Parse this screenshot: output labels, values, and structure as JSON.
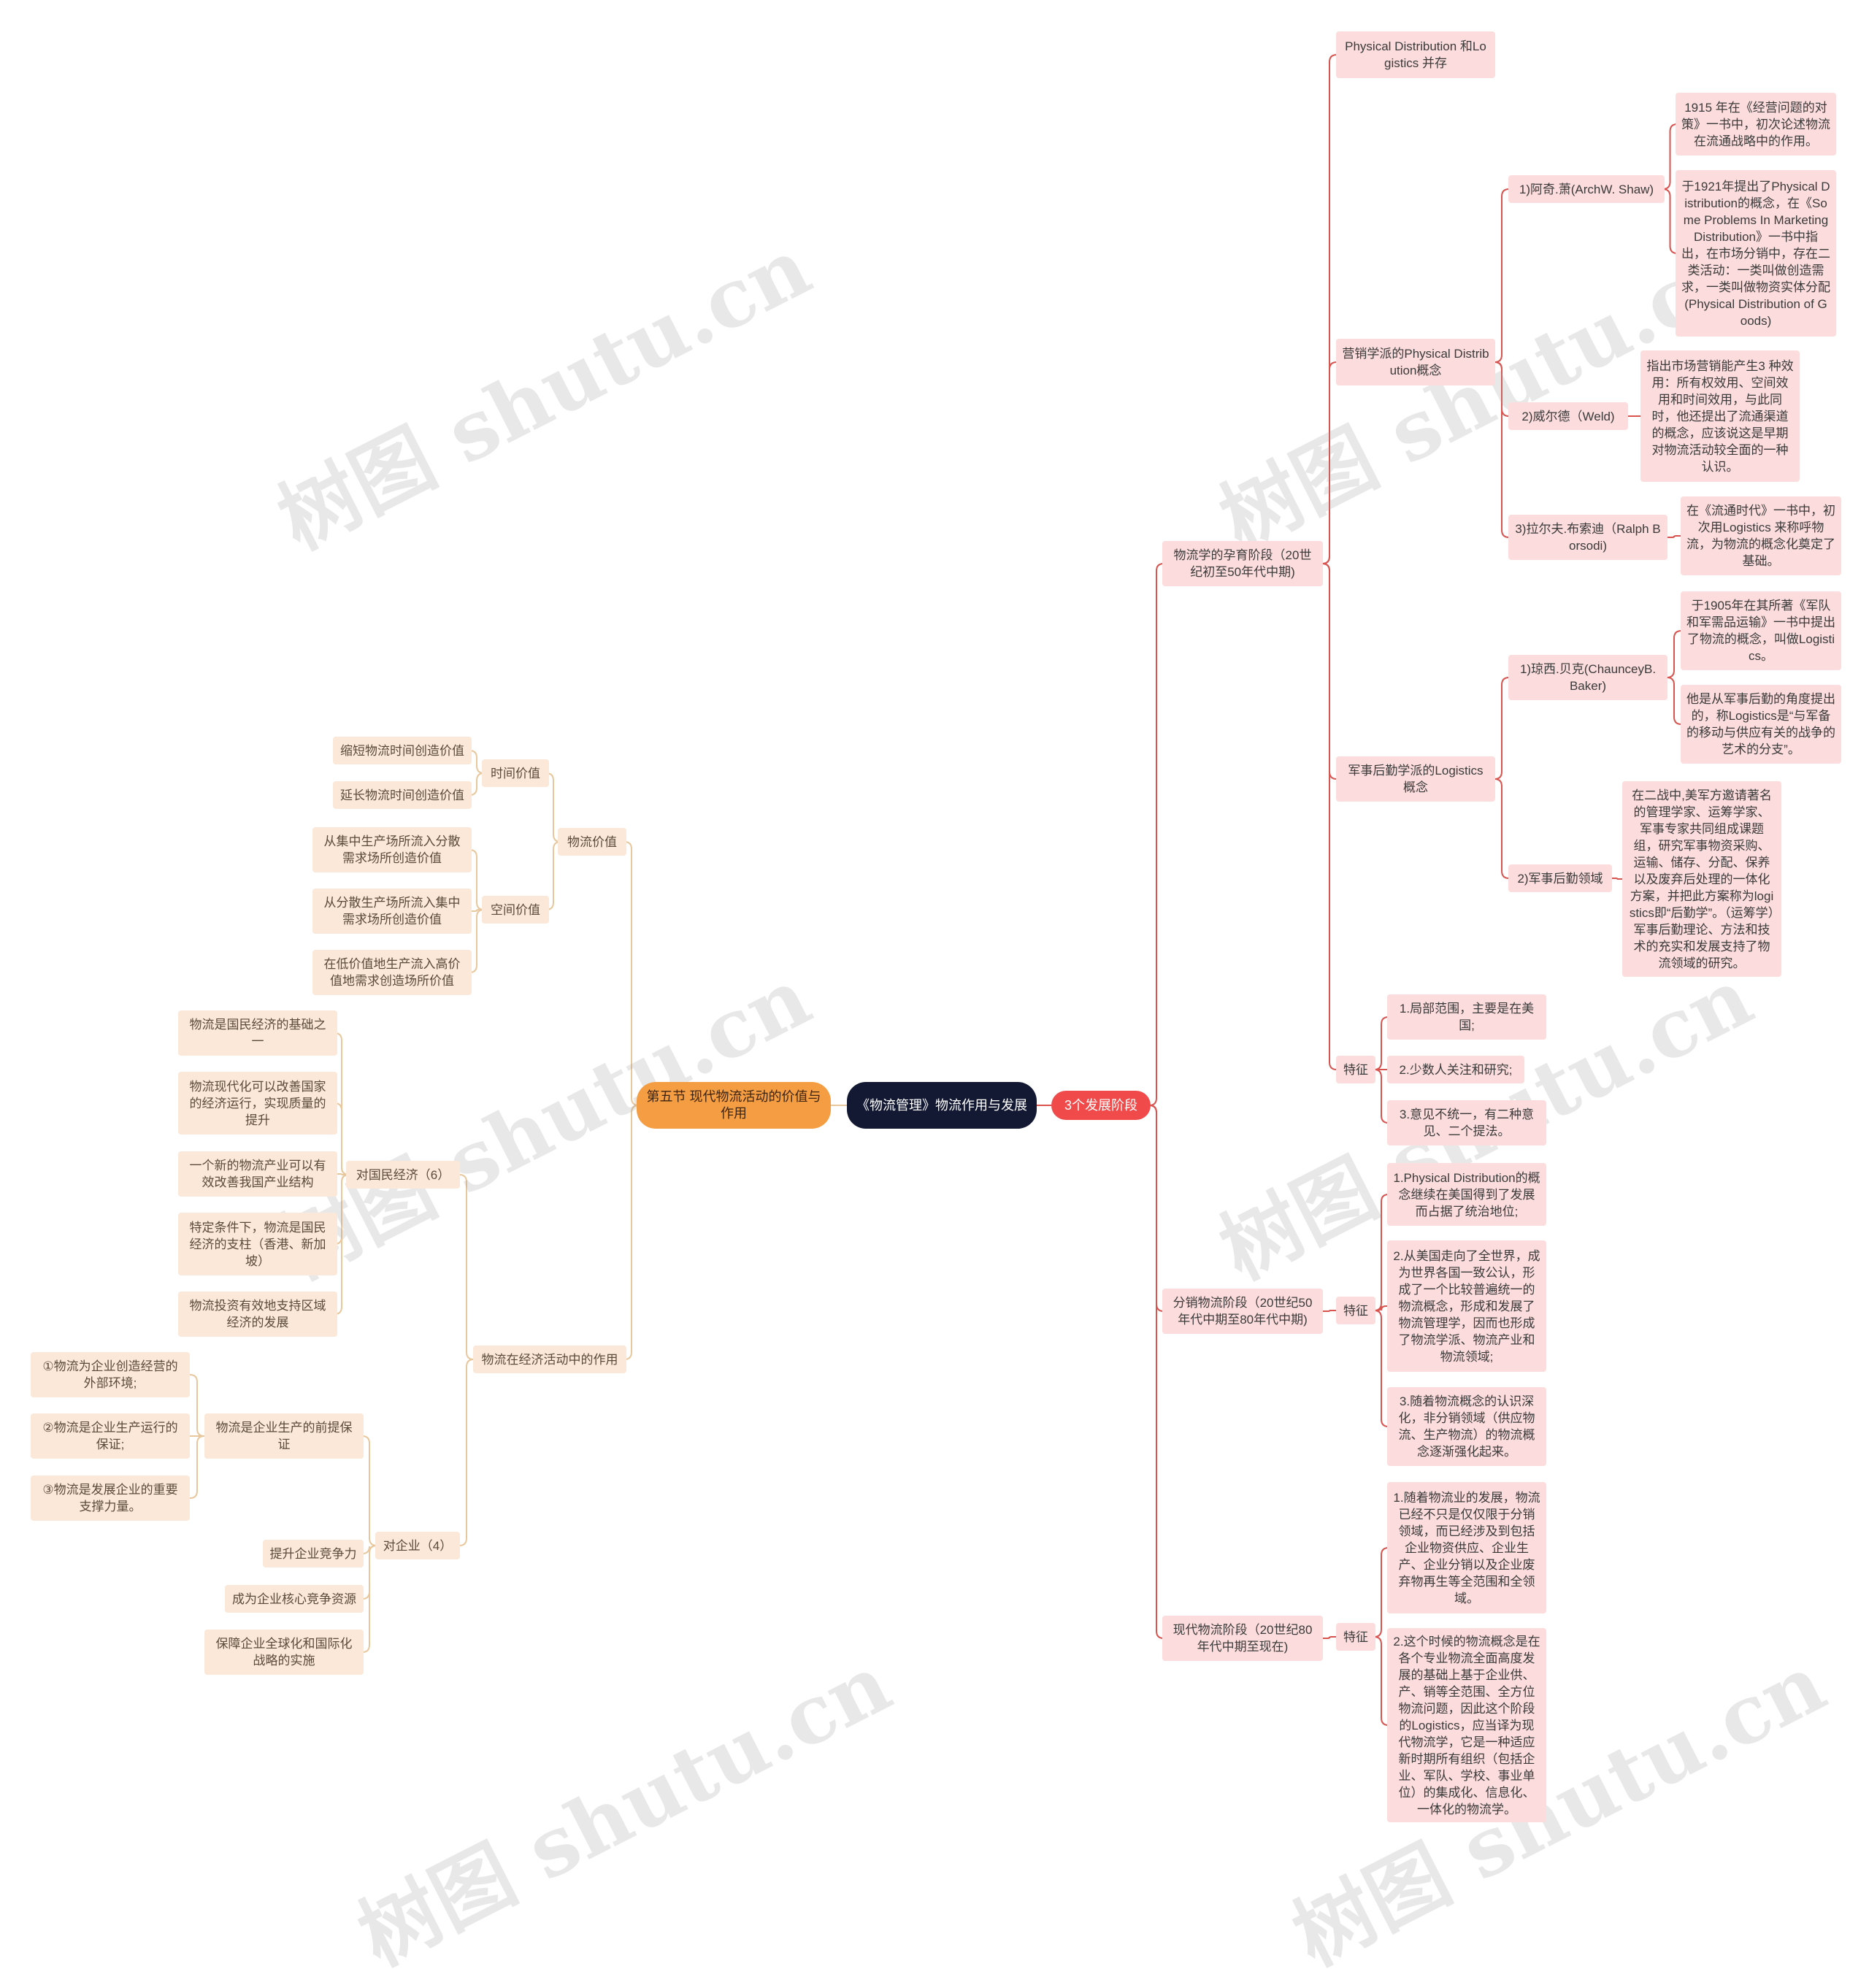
{
  "colors": {
    "root": "#141933",
    "stage": "#f04a4a",
    "section": "#f49d43",
    "pink_node": "#fcdcdc",
    "beige_node": "#fbe8d8",
    "right_line": "#d9534f",
    "left_line": "#e8c79c"
  },
  "watermark": "树图 shutu.cn",
  "root": "《物流管理》物流作用与发展",
  "right": {
    "label": "3个发展阶段",
    "stage1": {
      "label": "物流学的孕育阶段（20世纪初至50年代中期)",
      "pd": "Physical Distribution 和Logistics 并存",
      "marketing": {
        "label": "营销学派的Physical Distribution概念",
        "shaw": "1)阿奇.萧(ArchW. Shaw)",
        "shaw1": "1915 年在《经营问题的对策》一书中，初次论述物流在流通战略中的作用。",
        "shaw2": "于1921年提出了Physical Distribution的概念，在《Some Problems In Marketing Distribution》一书中指出，在市场分销中，存在二类活动：一类叫做创造需求，一类叫做物资实体分配(Physical Distribution of Goods)",
        "weld": "2)威尔德（Weld)",
        "weld1": "指出市场营销能产生3 种效用：所有权效用、空间效用和时间效用，与此同时，他还提出了流通渠道的概念，应该说这是早期对物流活动较全面的一种认识。",
        "borsodi": "3)拉尔夫.布索迪（Ralph Borsodi)",
        "borsodi1": "在《流通时代》一书中，初次用Logistics 来称呼物流，为物流的概念化奠定了基础。"
      },
      "military": {
        "label": "军事后勤学派的Logistics概念",
        "baker": "1)琼西.贝克(ChaunceyB. Baker)",
        "baker1": "于1905年在其所著《军队和军需品运输》一书中提出了物流的概念，叫做Logistics。",
        "baker2": "他是从军事后勤的角度提出的，称Logistics是“与军备的移动与供应有关的战争的艺术的分支”。",
        "field": "2)军事后勤领域",
        "field1": "在二战中,美军方邀请著名的管理学家、运筹学家、军事专家共同组成课题组，研究军事物资采购、运输、储存、分配、保养以及废弃后处理的一体化方案，并把此方案称为logistics即“后勤学”。（运筹学）军事后勤理论、方法和技术的充实和发展支持了物流领域的研究。"
      },
      "feature": {
        "label": "特征",
        "f1": "1.局部范围，主要是在美国;",
        "f2": "2.少数人关注和研究;",
        "f3": "3.意见不统一，有二种意见、二个提法。"
      }
    },
    "stage2": {
      "label": "分销物流阶段（20世纪50年代中期至80年代中期)",
      "feature": "特征",
      "f1": "1.Physical Distribution的概念继续在美国得到了发展而占据了统治地位;",
      "f2": "2.从美国走向了全世界，成为世界各国一致公认，形成了一个比较普遍统一的物流概念，形成和发展了物流管理学，因而也形成了物流学派、物流产业和物流领域;",
      "f3": "3.随着物流概念的认识深化，非分销领域（供应物流、生产物流）的物流概念逐渐强化起来。"
    },
    "stage3": {
      "label": "现代物流阶段（20世纪80年代中期至现在)",
      "feature": "特征",
      "f1": "1.随着物流业的发展，物流已经不只是仅仅限于分销领域，而已经涉及到包括企业物资供应、企业生产、企业分销以及企业废弃物再生等全范围和全领域。",
      "f2": "2.这个时候的物流概念是在各个专业物流全面高度发展的基础上基于企业供、产、销等全范围、全方位物流问题，因此这个阶段的Logistics，应当译为现代物流学，它是一种适应新时期所有组织（包括企业、军队、学校、事业单位）的集成化、信息化、一体化的物流学。"
    }
  },
  "left": {
    "label": "第五节 现代物流活动的价值与作用",
    "value": {
      "label": "物流价值",
      "time": "时间价值",
      "time1": "缩短物流时间创造价值",
      "time2": "延长物流时间创造价值",
      "space": "空间价值",
      "space1": "从集中生产场所流入分散需求场所创造价值",
      "space2": "从分散生产场所流入集中需求场所创造价值",
      "space3": "在低价值地生产流入高价值地需求创造场所价值"
    },
    "role": {
      "label": "物流在经济活动中的作用",
      "economy": "对国民经济（6）",
      "e1": "物流是国民经济的基础之一",
      "e2": "物流现代化可以改善国家的经济运行，实现质量的提升",
      "e3": "一个新的物流产业可以有效改善我国产业结构",
      "e4": "特定条件下，物流是国民经济的支柱（香港、新加坡）",
      "e5": "物流投资有效地支持区域经济的发展",
      "enterprise": "对企业（4）",
      "premise": "物流是企业生产的前提保证",
      "p1": "①物流为企业创造经营的外部环境;",
      "p2": "②物流是企业生产运行的保证;",
      "p3": "③物流是发展企业的重要支撑力量。",
      "c2": "提升企业竞争力",
      "c3": "成为企业核心竞争资源",
      "c4": "保障企业全球化和国际化战略的实施"
    }
  }
}
